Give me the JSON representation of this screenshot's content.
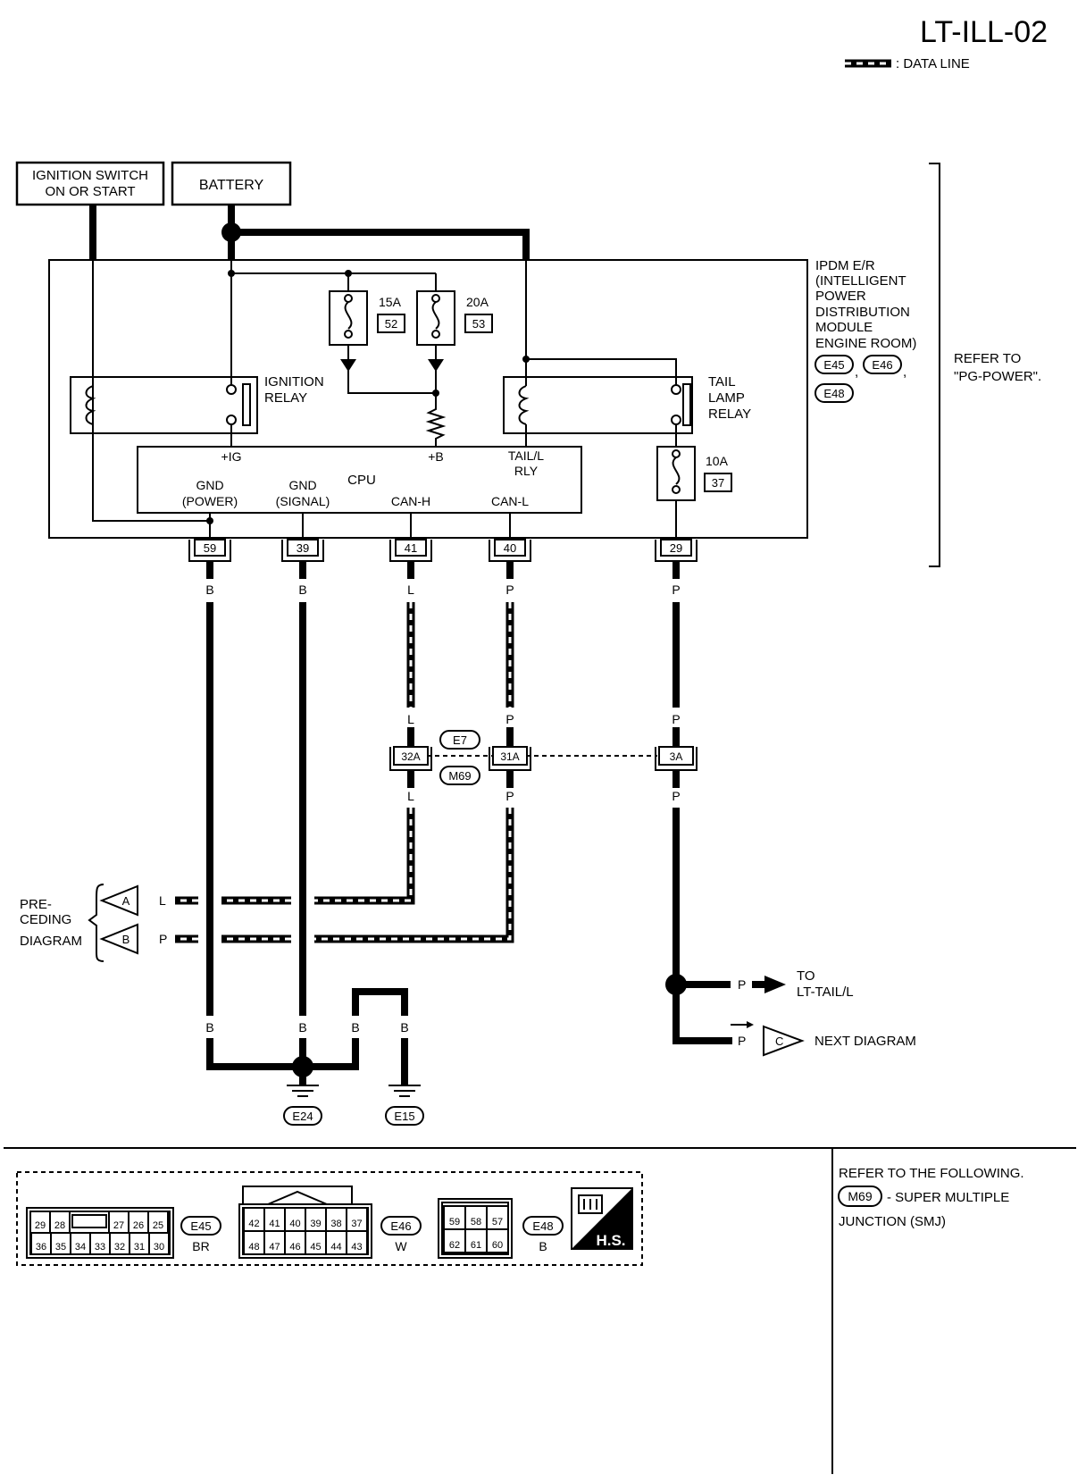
{
  "diagram": {
    "code": "LT-ILL-02",
    "legend": ": DATA LINE",
    "sources": {
      "ignition": [
        "IGNITION SWITCH",
        "ON OR START"
      ],
      "battery": "BATTERY"
    },
    "module": {
      "name_lines": [
        "IPDM E/R",
        "(INTELLIGENT",
        "POWER",
        "DISTRIBUTION",
        "MODULE",
        "ENGINE ROOM)"
      ],
      "connectors": [
        "E45",
        "E46",
        "E48"
      ],
      "refer": [
        "REFER TO",
        "\"PG-POWER\"."
      ]
    },
    "fuses": [
      {
        "amp": "15A",
        "no": "52"
      },
      {
        "amp": "20A",
        "no": "53"
      },
      {
        "amp": "10A",
        "no": "37"
      }
    ],
    "relays": {
      "ignition": [
        "IGNITION",
        "RELAY"
      ],
      "tail": [
        "TAIL",
        "LAMP",
        "RELAY"
      ]
    },
    "cpu": {
      "label": "CPU",
      "terminals": {
        "ig": "+IG",
        "b": "+B",
        "tail": [
          "TAIL/L",
          "RLY"
        ],
        "gnd_power": [
          "GND",
          "(POWER)"
        ],
        "gnd_signal": [
          "GND",
          "(SIGNAL)"
        ],
        "can_h": "CAN-H",
        "can_l": "CAN-L"
      }
    },
    "pins": [
      "59",
      "39",
      "41",
      "40",
      "29"
    ],
    "wire_colors": {
      "b": "B",
      "l": "L",
      "p": "P"
    },
    "junction": {
      "pins": [
        "32A",
        "31A",
        "3A"
      ],
      "connectors": [
        "E7",
        "M69"
      ]
    },
    "preceding": {
      "label": [
        "PRE-",
        "CEDING",
        "DIAGRAM"
      ],
      "a": "A",
      "b": "B"
    },
    "grounds": [
      "E24",
      "E15"
    ],
    "outputs": {
      "to": [
        "TO",
        "LT-TAIL/L"
      ],
      "next": "NEXT DIAGRAM",
      "c": "C"
    },
    "connector_views": {
      "e45": {
        "id": "E45",
        "color": "BR",
        "top": [
          "29",
          "28",
          "27",
          "26",
          "25"
        ],
        "bottom": [
          "36",
          "35",
          "34",
          "33",
          "32",
          "31",
          "30"
        ]
      },
      "e46": {
        "id": "E46",
        "color": "W",
        "top": [
          "42",
          "41",
          "40",
          "39",
          "38",
          "37"
        ],
        "bottom": [
          "48",
          "47",
          "46",
          "45",
          "44",
          "43"
        ]
      },
      "e48": {
        "id": "E48",
        "color": "B",
        "top": [
          "59",
          "58",
          "57"
        ],
        "bottom": [
          "62",
          "61",
          "60"
        ]
      },
      "hs": "H.S."
    },
    "notes": {
      "line1": "REFER TO THE FOLLOWING.",
      "m69": "M69",
      "line2": "- SUPER MULTIPLE",
      "line3": "JUNCTION (SMJ)"
    }
  }
}
